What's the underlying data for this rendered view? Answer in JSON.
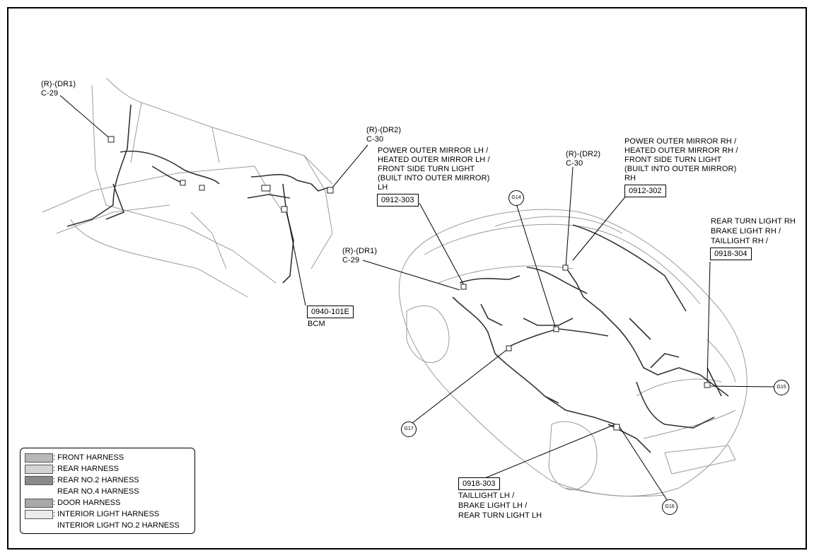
{
  "left_view": {
    "label_dr1_top": "(R)-(DR1)",
    "label_c29_top": "C-29",
    "label_dr2_top": "(R)-(DR2)",
    "label_c30_top": "C-30",
    "bcm_code": "0940-101E",
    "bcm_name": "BCM"
  },
  "right_view": {
    "mirror_lh": [
      "POWER OUTER MIRROR LH /",
      "HEATED OUTER MIRROR LH /",
      "FRONT SIDE TURN LIGHT",
      "(BUILT INTO OUTER MIRROR)",
      "LH"
    ],
    "mirror_lh_code": "0912-303",
    "dr2_mid": "(R)-(DR2)",
    "c30_mid": "C-30",
    "mirror_rh": [
      "POWER OUTER MIRROR RH /",
      "HEATED OUTER MIRROR RH /",
      "FRONT SIDE TURN LIGHT",
      "(BUILT INTO OUTER MIRROR)",
      "RH"
    ],
    "mirror_rh_code": "0912-302",
    "dr1_mid": "(R)-(DR1)",
    "c29_mid": "C-29",
    "rear_rh": [
      "REAR TURN LIGHT RH",
      "BRAKE LIGHT RH /",
      "TAILLIGHT RH /"
    ],
    "rear_rh_code": "0918-304",
    "rear_lh_code": "0918-303",
    "rear_lh": [
      "TAILLIGHT LH /",
      "BRAKE LIGHT LH /",
      "REAR TURN LIGHT LH"
    ],
    "grounds": {
      "g14": "G14",
      "g15": "G15",
      "g16": "G16",
      "g17": "G17"
    }
  },
  "legend": {
    "items": [
      {
        "text": ": FRONT HARNESS",
        "color": "#b8b8b8"
      },
      {
        "text": ": REAR HARNESS",
        "color": "#d4d4d4"
      },
      {
        "text": ": REAR NO.2 HARNESS",
        "color": "#8a8a8a"
      },
      {
        "text": "REAR NO.4 HARNESS",
        "color": ""
      },
      {
        "text": ": DOOR HARNESS",
        "color": "#a8a8a8"
      },
      {
        "text": ": INTERIOR LIGHT HARNESS",
        "color": "#ececec"
      },
      {
        "text": "INTERIOR LIGHT NO.2 HARNESS",
        "color": ""
      }
    ]
  }
}
